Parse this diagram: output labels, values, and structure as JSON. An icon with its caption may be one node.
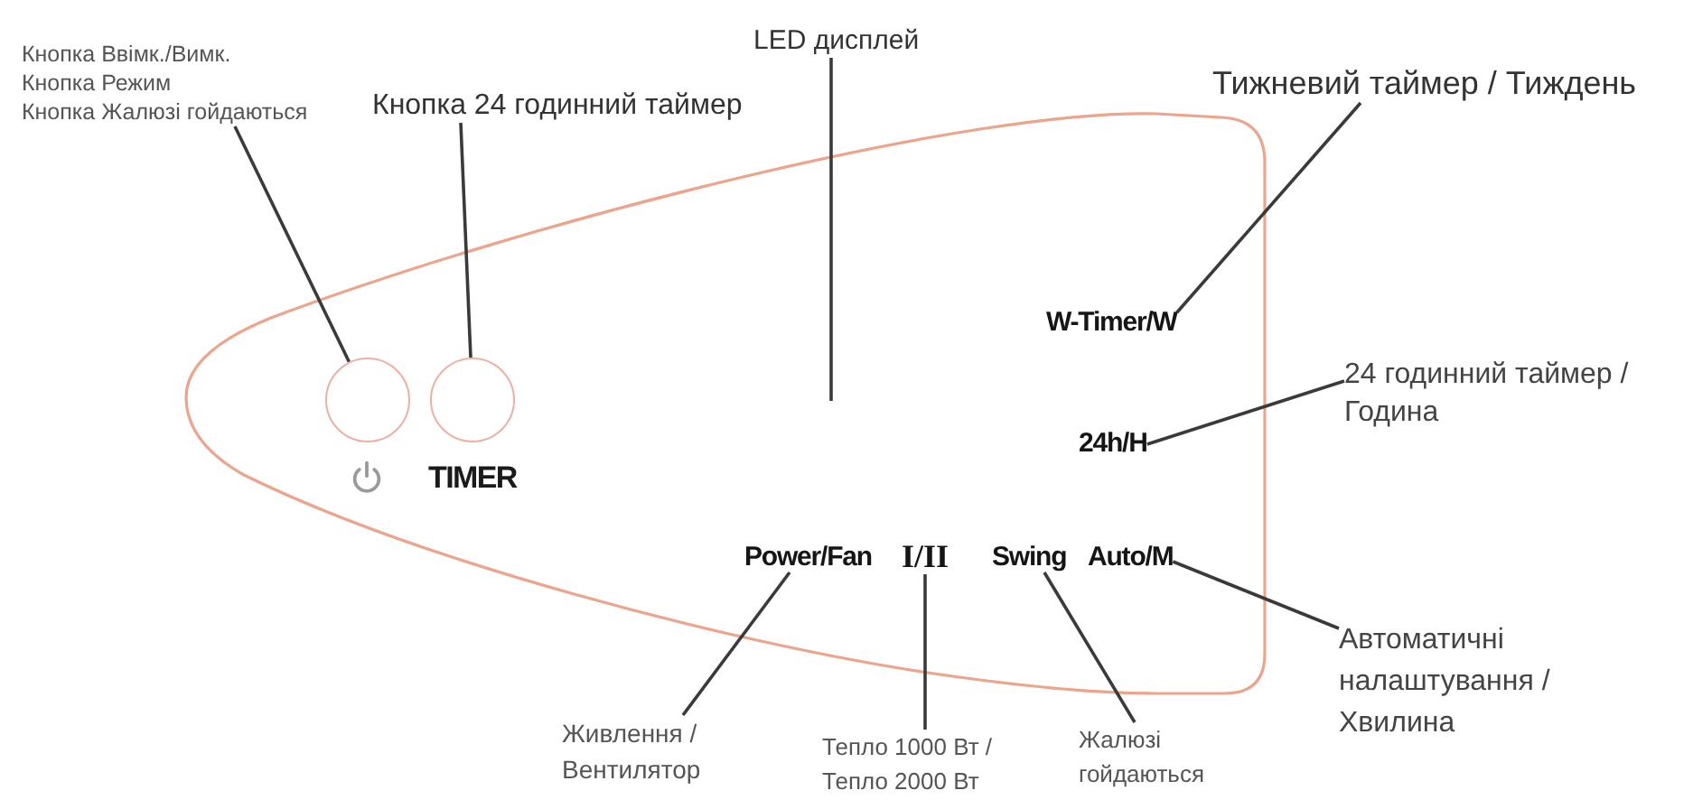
{
  "diagram": {
    "nodes": [
      {
        "text": [
          "Кнопка Ввімк./Вимк.",
          "Кнопка Режим",
          "Кнопка Жалюзі гойдаються"
        ]
      },
      {
        "text": [
          "Кнопка 24 годинний таймер"
        ]
      },
      {
        "text": [
          "LED дисплей"
        ]
      },
      {
        "text": [
          "Тижневий таймер / Тиждень"
        ]
      },
      {
        "text": [],
        "shape": "box"
      },
      {
        "text": [],
        "shape": "circle",
        "in": 4
      },
      {
        "text": [],
        "shape": "circle",
        "in": 4,
        "beside": [
          "TIMER"
        ]
      },
      {
        "text": [
          "W-Timer/W"
        ],
        "in": 4
      },
      {
        "text": [
          "24h/H"
        ],
        "in": 4
      },
      {
        "text": [
          "Power/Fan"
        ],
        "in": 4
      },
      {
        "text": [
          "I/II"
        ],
        "in": 4
      },
      {
        "text": [
          "Swing"
        ],
        "in": 4
      },
      {
        "text": [
          "Auto/M"
        ],
        "in": 4
      },
      {
        "text": [
          "24 годинний таймер / Година"
        ]
      },
      {
        "text": [
          "Автоматичні налаштування / Хвилина"
        ]
      },
      {
        "text": [
          "Живлення / Вентилятор"
        ]
      },
      {
        "text": [
          "Тепло 1000 Вт / Тепло 2000 Вт"
        ]
      },
      {
        "text": [
          "Жалюзі гойдаються"
        ]
      }
    ],
    "edges": [
      {
        "from": 0,
        "to": 5,
        "arrow": "none"
      },
      {
        "from": 1,
        "to": 6,
        "arrow": "none"
      },
      {
        "from": 2,
        "to": null,
        "arrow": "none"
      },
      {
        "from": 3,
        "to": 7,
        "arrow": "none"
      },
      {
        "from": 13,
        "to": 8,
        "arrow": "none"
      },
      {
        "from": 14,
        "to": 12,
        "arrow": "none"
      },
      {
        "from": 15,
        "to": 9,
        "arrow": "none"
      },
      {
        "from": 16,
        "to": 10,
        "arrow": "none"
      },
      {
        "from": 17,
        "to": 11,
        "arrow": "none"
      }
    ]
  }
}
